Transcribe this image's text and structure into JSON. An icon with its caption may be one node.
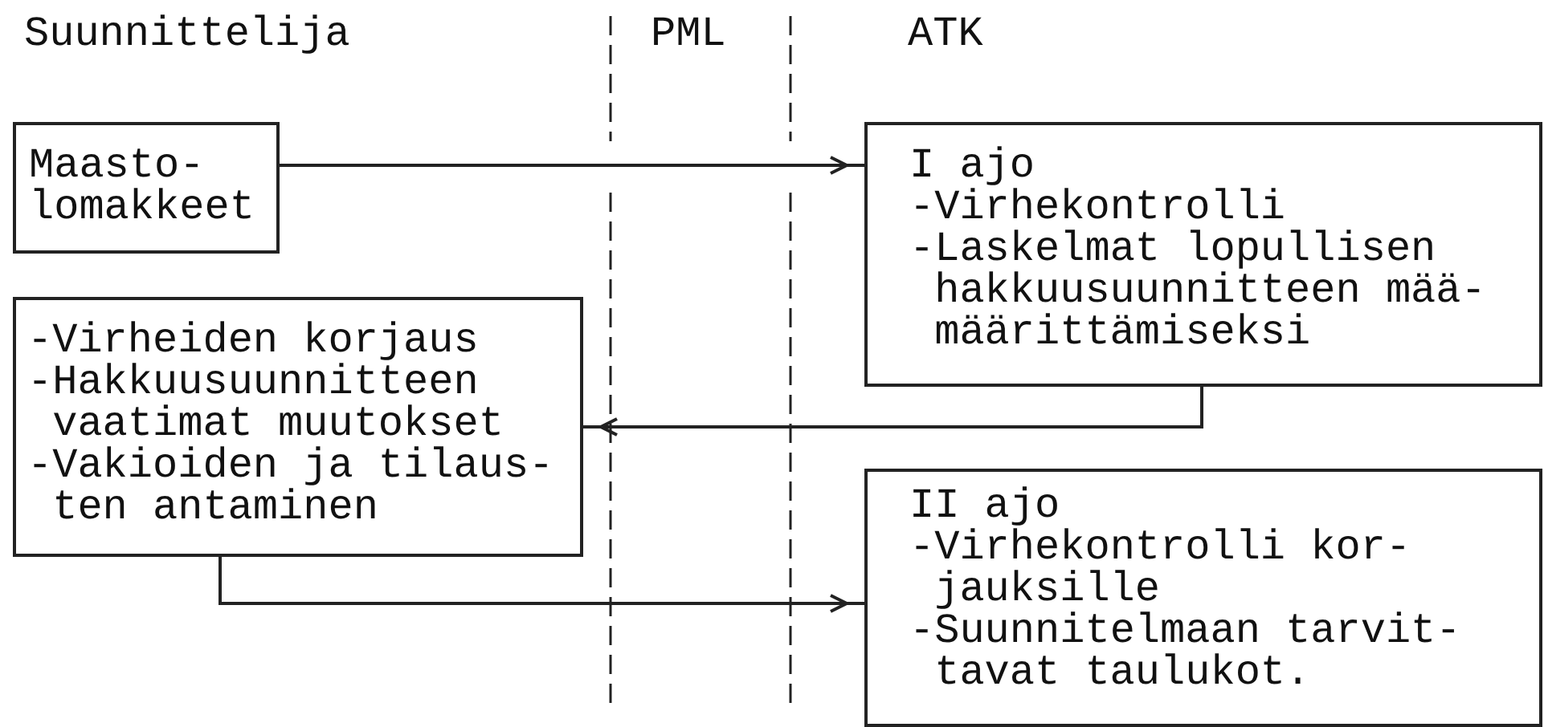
{
  "diagram": {
    "nodes": [
      {
        "text": [
          "Maasto- lomakkeet"
        ]
      },
      {
        "text": [
          "-Virheiden korjaus",
          "-Hakkuusuunnitteen vaatimat muutokset",
          "-Vakioiden ja tilaus- ten antaminen"
        ]
      },
      {
        "text": [
          "I ajo",
          "-Virhekontrolli",
          "-Laskelmat lopullisen hakkuusuunnitteen mää- määrittämiseksi"
        ]
      },
      {
        "text": [
          "II ajo",
          "-Virhekontrolli kor- jauksille",
          "-Suunnitelmaan tarvit- tavat taulukot."
        ]
      }
    ],
    "edges": [
      {
        "from": 0,
        "to": 2,
        "arrow": "to"
      },
      {
        "from": 2,
        "to": 1,
        "arrow": "to"
      },
      {
        "from": 1,
        "to": 3,
        "arrow": "to"
      }
    ],
    "labels": [
      "Suunnittelija",
      "PML",
      "ATK"
    ]
  }
}
